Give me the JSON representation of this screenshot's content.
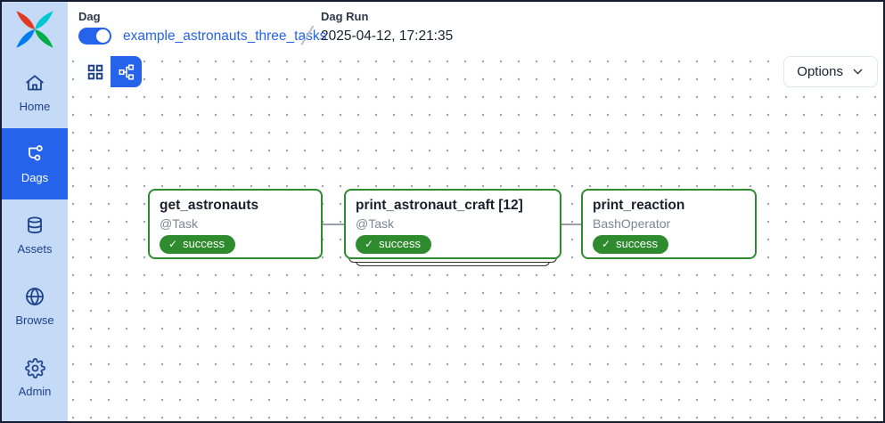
{
  "sidebar": {
    "items": [
      {
        "label": "Home",
        "selected": false
      },
      {
        "label": "Dags",
        "selected": true
      },
      {
        "label": "Assets",
        "selected": false
      },
      {
        "label": "Browse",
        "selected": false
      },
      {
        "label": "Admin",
        "selected": false
      }
    ]
  },
  "header": {
    "dag_label": "Dag",
    "dag_name": "example_astronauts_three_tasks",
    "dag_toggle_on": true,
    "run_label": "Dag Run",
    "run_timestamp": "2025-04-12, 17:21:35"
  },
  "toolbar": {
    "views": [
      {
        "name": "grid",
        "selected": false
      },
      {
        "name": "graph",
        "selected": true
      }
    ],
    "options_label": "Options"
  },
  "graph": {
    "nodes": [
      {
        "title": "get_astronauts",
        "subtitle": "@Task",
        "status": "success",
        "mapped": false
      },
      {
        "title": "print_astronaut_craft [12]",
        "subtitle": "@Task",
        "status": "success",
        "mapped": true
      },
      {
        "title": "print_reaction",
        "subtitle": "BashOperator",
        "status": "success",
        "mapped": false
      }
    ],
    "edges": [
      {
        "from": "get_astronauts",
        "to": "print_astronaut_craft [12]"
      },
      {
        "from": "print_astronaut_craft [12]",
        "to": "print_reaction"
      }
    ]
  },
  "icons": {
    "check": "✓"
  },
  "colors": {
    "accent_blue": "#2563eb",
    "success_green": "#2e8b2e",
    "sidebar_bg": "#c5daf7",
    "sidebar_text": "#1e418a",
    "window_border": "#141d30"
  }
}
